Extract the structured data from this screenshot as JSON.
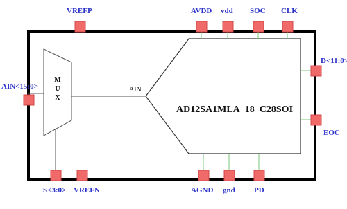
{
  "diagram": {
    "top_pins": [
      "VREFP",
      "AVDD",
      "vdd",
      "SOC",
      "CLK"
    ],
    "bottom_pins": [
      "S<3:0>",
      "VREFN",
      "AGND",
      "gnd",
      "PD"
    ],
    "left_pins": [
      "AIN<15:0>"
    ],
    "right_pins": [
      "D<11:0>",
      "EOC"
    ],
    "mux_text": [
      "M",
      "U",
      "X"
    ],
    "ain_label": "AIN",
    "adc_name": "AD12SA1MLA_18_C28SOI",
    "colors": {
      "pin_fill": "#f06a6a",
      "pin_stroke": "#d04848",
      "label_color": "#2b33c8",
      "wire_color": "#79c979",
      "block_stroke": "#000000"
    }
  }
}
